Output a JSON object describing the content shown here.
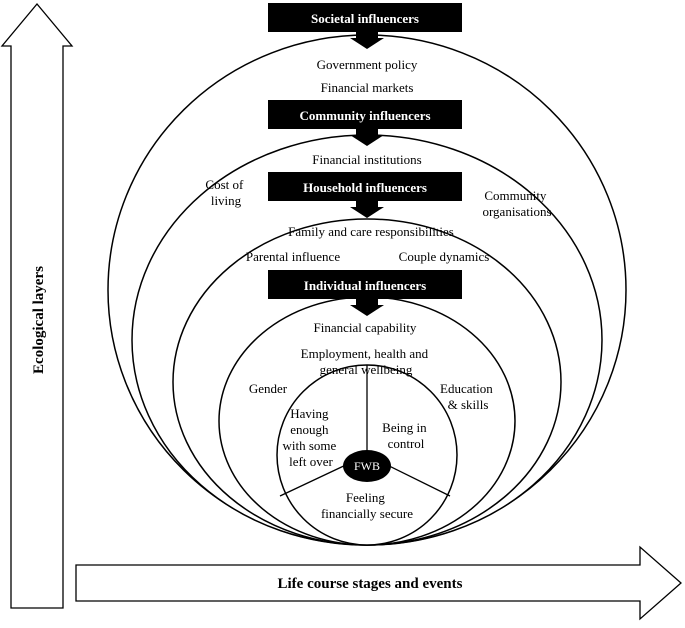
{
  "axes": {
    "vertical_label": "Ecological layers",
    "horizontal_label": "Life course stages and events"
  },
  "layers": {
    "societal": {
      "title": "Societal influencers"
    },
    "community": {
      "title": "Community influencers"
    },
    "household": {
      "title": "Household influencers"
    },
    "individual": {
      "title": "Individual influencers"
    }
  },
  "labels": {
    "government_policy": "Government policy",
    "financial_markets": "Financial markets",
    "financial_institutions": "Financial institutions",
    "cost_of_living": [
      "Cost of",
      "living"
    ],
    "community_organisations": [
      "Community",
      "organisations"
    ],
    "family_care": "Family and care responsibilities",
    "parental_influence": "Parental influence",
    "couple_dynamics": "Couple dynamics",
    "financial_capability": "Financial capability",
    "employment_health": [
      "Employment, health and",
      "general wellbeing"
    ],
    "gender": "Gender",
    "education_skills": [
      "Education",
      "& skills"
    ]
  },
  "fwb": {
    "center": "FWB",
    "having_enough": [
      "Having",
      "enough",
      "with some",
      "left over"
    ],
    "being_in_control": [
      "Being in",
      "control"
    ],
    "feeling_secure": [
      "Feeling",
      "financially secure"
    ]
  }
}
